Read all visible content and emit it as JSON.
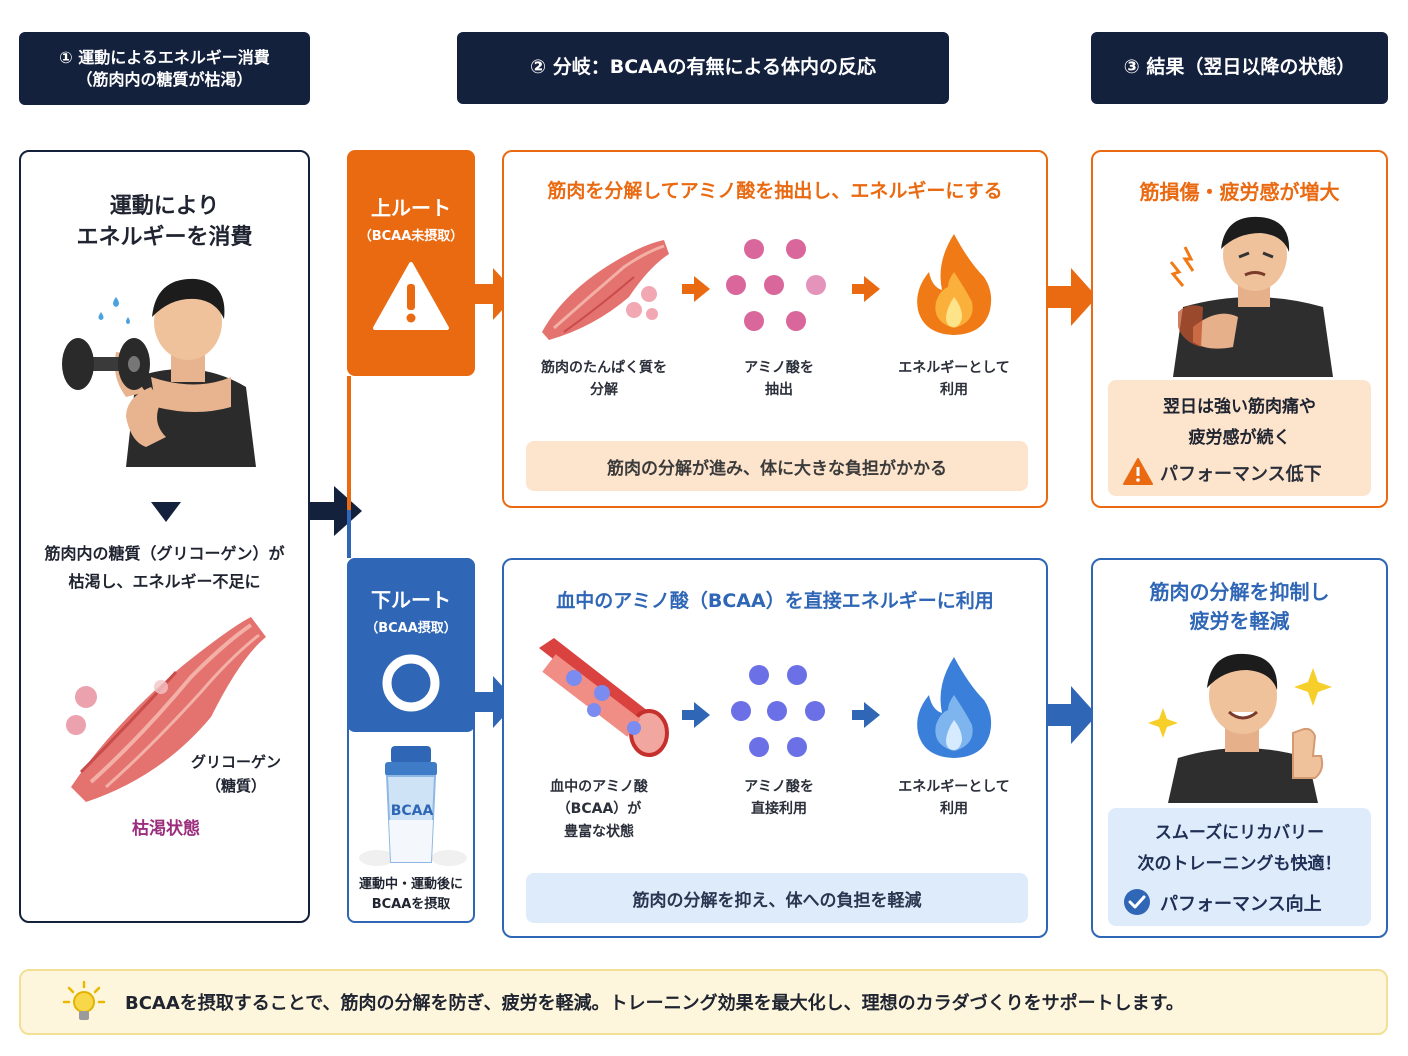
{
  "headers": {
    "step1_line1": "① 運動によるエネルギー消費",
    "step1_line2": "（筋肉内の糖質が枯渇）",
    "step2": "② 分岐：BCAAの有無による体内の反応",
    "step3": "③ 結果（翌日以降の状態）"
  },
  "left": {
    "title_line1": "運動により",
    "title_line2": "エネルギーを消費",
    "desc_line1": "筋肉内の糖質（グリコーゲン）が",
    "desc_line2": "枯渇し、エネルギー不足に",
    "glycogen_line1": "グリコーゲン",
    "glycogen_line2": "（糖質）",
    "depleted": "枯渇状態"
  },
  "upper_route": {
    "label": "上ルート",
    "sub": "（BCAA未摂取）",
    "title": "筋肉を分解してアミノ酸を抽出し、エネルギーにする",
    "step1_line1": "筋肉のたんぱく質を",
    "step1_line2": "分解",
    "step2_line1": "アミノ酸を",
    "step2_line2": "抽出",
    "step3_line1": "エネルギーとして",
    "step3_line2": "利用",
    "note": "筋肉の分解が進み、体に大きな負担がかかる"
  },
  "lower_route": {
    "label": "下ルート",
    "sub": "（BCAA摂取）",
    "shaker_label": "BCAA",
    "shaker_line1": "運動中・運動後に",
    "shaker_line2": "BCAAを摂取",
    "title": "血中のアミノ酸（BCAA）を直接エネルギーに利用",
    "step1_line1": "血中のアミノ酸",
    "step1_line2": "（BCAA）が",
    "step1_line3": "豊富な状態",
    "step2_line1": "アミノ酸を",
    "step2_line2": "直接利用",
    "step3_line1": "エネルギーとして",
    "step3_line2": "利用",
    "note": "筋肉の分解を抑え、体への負担を軽減"
  },
  "result_bad": {
    "title": "筋損傷・疲労感が増大",
    "line1": "翌日は強い筋肉痛や",
    "line2": "疲労感が続く",
    "status": "パフォーマンス低下"
  },
  "result_good": {
    "title_line1": "筋肉の分解を抑制し",
    "title_line2": "疲労を軽減",
    "line1": "スムーズにリカバリー",
    "line2": "次のトレーニングも快適！",
    "status": "パフォーマンス向上"
  },
  "footer": "BCAAを摂取することで、筋肉の分解を防ぎ、疲労を軽減。トレーニング効果を最大化し、理想のカラダづくりをサポートします。",
  "colors": {
    "navy": "#14213d",
    "orange": "#ea6a12",
    "blue": "#2f67b6",
    "footer_bg": "#fdf6dc"
  }
}
